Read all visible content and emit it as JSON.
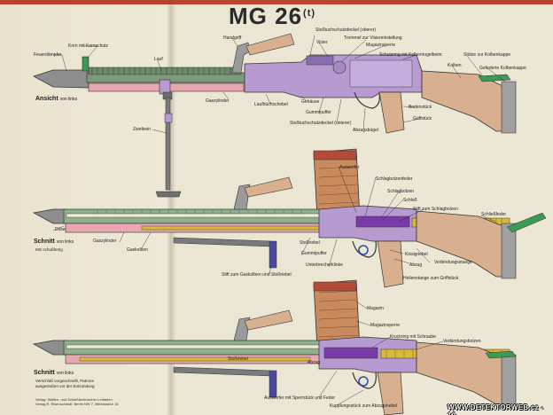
{
  "title": {
    "main": "MG 26",
    "suffix": "(t)"
  },
  "sections": {
    "side_view": {
      "heading": "Ansicht",
      "sub": "von links"
    },
    "section_cocked": {
      "heading": "Schnitt",
      "sub": "von links",
      "caption": "MG schußfertig"
    },
    "section_closed": {
      "heading": "Schnitt",
      "sub": "von links",
      "caption_lines": [
        "Verschluß vorgeschnellt, Patrone",
        "ausgestoßen vor der Entzündung"
      ]
    }
  },
  "labels": {
    "view1": [
      "Feuerdämpfer",
      "Korn mit Kornschutz",
      "Lauf",
      "Handgriff",
      "Stoßtuchschutzdeckel (oberer)",
      "Visier",
      "Trommel zur Visiereinstellung",
      "Magazinsperre",
      "Schutzring mit Kolbenrugelbeim",
      "Stütze zur Kolbenkappe",
      "Kolben",
      "Gefederte Kolbenkappe",
      "Gaszylinder",
      "Laufbüchschebel",
      "Gehäuse",
      "Gummipuffer",
      "Stoßtuchschutzdeckel (unterer)",
      "Bodenstück",
      "Griffstück",
      "Abzugsbügel",
      "Zweibein"
    ],
    "view2": [
      "Auswerfer",
      "Schlagbolzenfeder",
      "Schlagbolzen",
      "Schloß",
      "Stift zum Schlagbolzen",
      "Schließfeder",
      "Düse",
      "Gaszylinder",
      "Gaskolben",
      "Gummipuffer",
      "Unterbrecherklinke",
      "Kissigriebel",
      "Abzug",
      "Verbindungsstange",
      "Stift zum Gaskolben und Stoßriebel",
      "Stoßriebel",
      "Heilenstange zum Griffstück"
    ],
    "view3": [
      "Magazin",
      "Magazinsperre",
      "Abzug",
      "Kruckring mit Schraube",
      "Verbindungsbolzen",
      "Stoßriebel",
      "Auswerfer mit Sperrstück und Feder",
      "Kupplungsstück zum Abzugshebel"
    ]
  },
  "publisher": [
    "Verlag: Waffen- und Schießtechnischer Leitfaden",
    "Verlag R. Eisenschmidt, Berlin NW 7, Mittelstraße 16"
  ],
  "watermark": "WWW.DETEKTORWEB.cz - 12",
  "colors": {
    "barrel": "#7d9a7a",
    "gascyl": "#e8a8b0",
    "receiver": "#b79ad0",
    "stock": "#d8b08f",
    "bipod": "#6f6f6f",
    "mag": "#b34a3a",
    "yellow": "#d9b93c",
    "green": "#3c9a54",
    "purple": "#7a3aa8",
    "band": "#b8442e"
  }
}
